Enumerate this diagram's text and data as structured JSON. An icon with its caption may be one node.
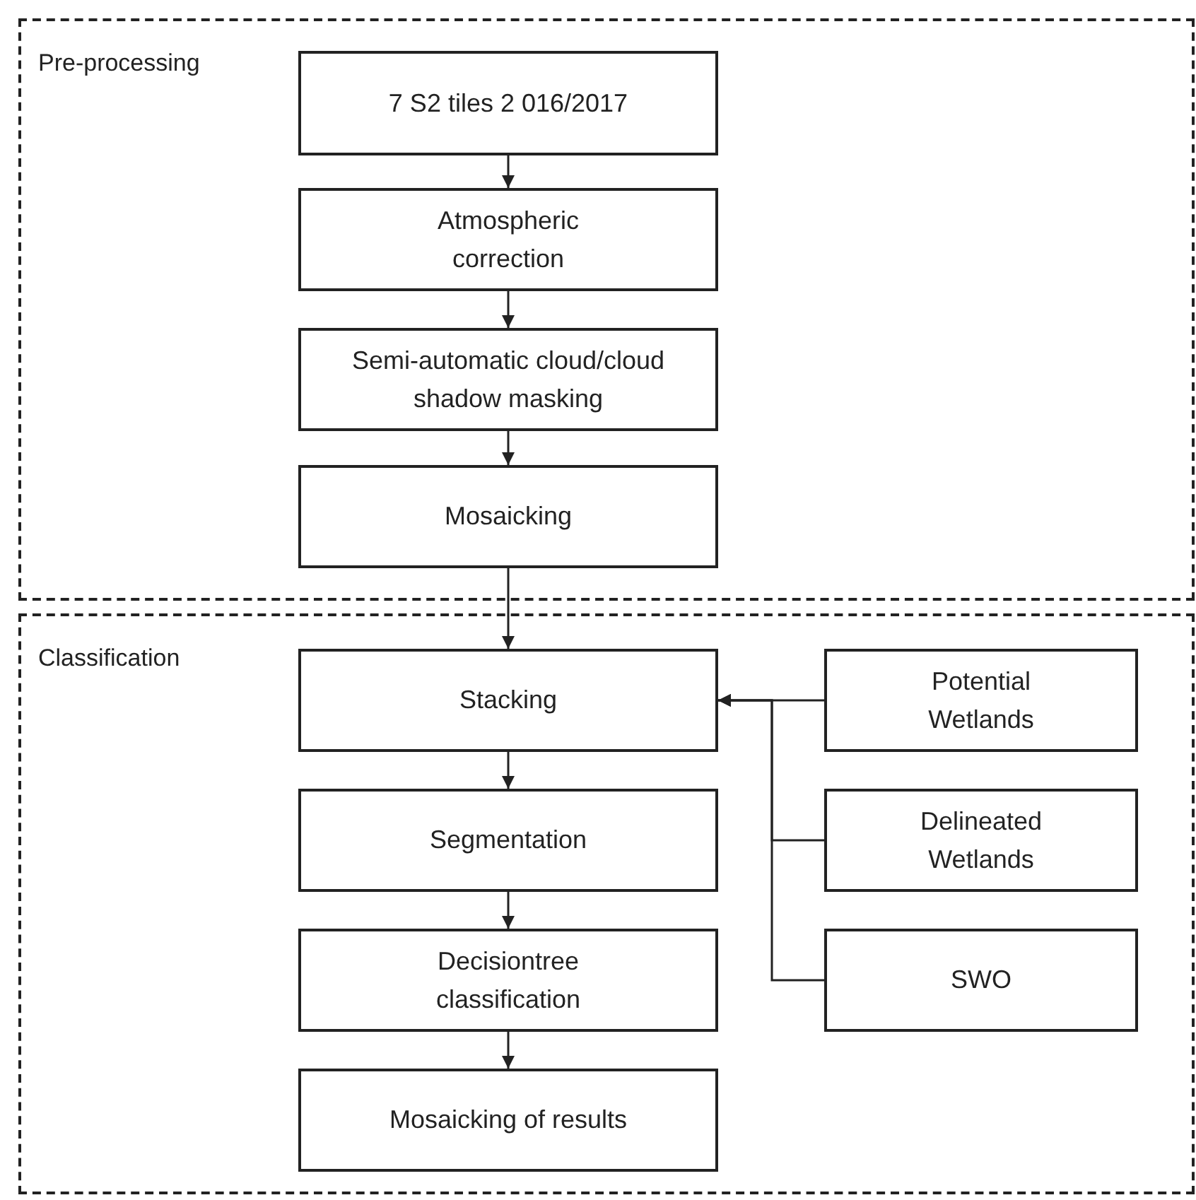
{
  "diagram": {
    "nodes": [
      {
        "text": [
          "Pre-processing"
        ]
      },
      {
        "text": [
          "7 S2 tiles 2 016/2017"
        ],
        "in": 0
      },
      {
        "text": [
          "Atmospheric correction"
        ],
        "in": 0
      },
      {
        "text": [
          "Semi-automatic cloud/cloud shadow masking"
        ],
        "in": 0
      },
      {
        "text": [
          "Mosaicking"
        ],
        "in": 0
      },
      {
        "text": [
          "Classification"
        ]
      },
      {
        "text": [
          "Stacking"
        ],
        "in": 5
      },
      {
        "text": [
          "Segmentation"
        ],
        "in": 5
      },
      {
        "text": [
          "Decisiontree classification"
        ],
        "in": 5
      },
      {
        "text": [
          "Mosaicking of results"
        ],
        "in": 5
      },
      {
        "text": [
          "Potential Wetlands"
        ],
        "in": 5
      },
      {
        "text": [
          "Delineated Wetlands"
        ],
        "in": 5
      },
      {
        "text": [
          "SWO"
        ],
        "in": 5
      }
    ],
    "edges": [
      {
        "from": 1,
        "to": 2,
        "arrow": "to"
      },
      {
        "from": 2,
        "to": 3,
        "arrow": "to"
      },
      {
        "from": 3,
        "to": 4,
        "arrow": "to"
      },
      {
        "from": 4,
        "to": 6,
        "arrow": "to"
      },
      {
        "from": 6,
        "to": 7,
        "arrow": "to"
      },
      {
        "from": 7,
        "to": 8,
        "arrow": "to"
      },
      {
        "from": 8,
        "to": 9,
        "arrow": "to"
      },
      {
        "from": 10,
        "to": 6,
        "arrow": "to"
      },
      {
        "from": 11,
        "to": 6,
        "arrow": "to"
      },
      {
        "from": 12,
        "to": 6,
        "arrow": "to"
      }
    ]
  }
}
